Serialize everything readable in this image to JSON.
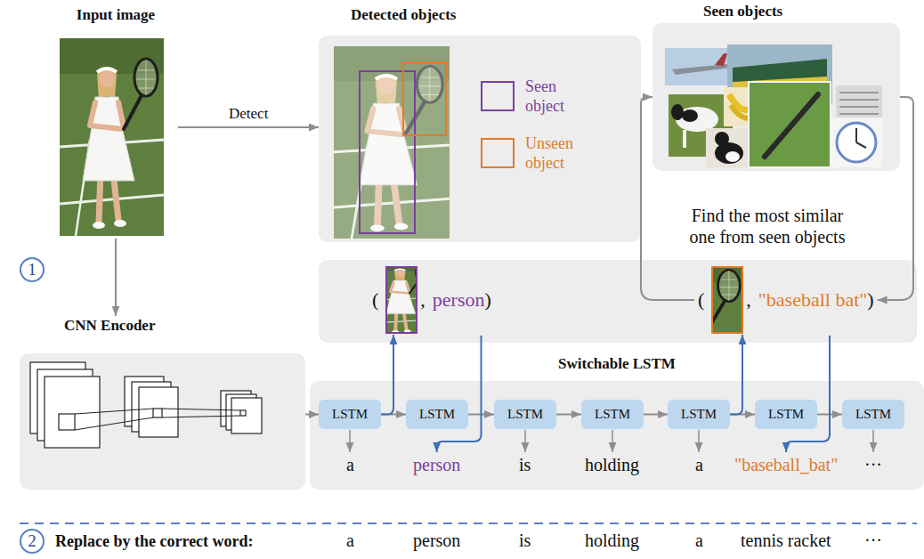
{
  "diagram": {
    "nodes": [
      {
        "text": [
          "Input image"
        ]
      },
      {
        "text": [
          "Detected objects"
        ]
      },
      {
        "text": [
          "Seen objects"
        ]
      },
      {
        "text": [
          "1"
        ]
      },
      {
        "text": [
          "(",
          ",",
          "person",
          ")"
        ]
      },
      {
        "text": [
          "(",
          ",",
          "\"baseball bat\"",
          ")"
        ]
      },
      {
        "text": [
          "CNN Encoder"
        ]
      },
      {
        "text": [
          "Switchable LSTM"
        ]
      },
      {
        "text": [
          "LSTM"
        ],
        "in": 7
      },
      {
        "text": [
          "LSTM"
        ],
        "in": 7
      },
      {
        "text": [
          "LSTM"
        ],
        "in": 7
      },
      {
        "text": [
          "LSTM"
        ],
        "in": 7
      },
      {
        "text": [
          "LSTM"
        ],
        "in": 7
      },
      {
        "text": [
          "LSTM"
        ],
        "in": 7
      },
      {
        "text": [
          "LSTM"
        ],
        "in": 7
      },
      {
        "text": [
          "2"
        ]
      }
    ],
    "edges": [
      {
        "from": 0,
        "to": 1,
        "arrow": "to",
        "label": "Detect"
      },
      {
        "from": 0,
        "to": 6,
        "arrow": "to"
      },
      {
        "from": 6,
        "to": 8,
        "arrow": "to"
      },
      {
        "from": 8,
        "to": 9,
        "arrow": "to"
      },
      {
        "from": 9,
        "to": 10,
        "arrow": "to"
      },
      {
        "from": 10,
        "to": 11,
        "arrow": "to"
      },
      {
        "from": 11,
        "to": 12,
        "arrow": "to"
      },
      {
        "from": 12,
        "to": 13,
        "arrow": "to"
      },
      {
        "from": 13,
        "to": 14,
        "arrow": "to"
      },
      {
        "from": 8,
        "to": 4,
        "arrow": "to"
      },
      {
        "from": 12,
        "to": 5,
        "arrow": "to"
      },
      {
        "from": 5,
        "to": 2,
        "arrow": "to"
      },
      {
        "from": 2,
        "to": 5,
        "arrow": "to"
      }
    ],
    "labels": [
      "Find the most similar one from seen objects",
      "a",
      "person",
      "is",
      "holding",
      "a",
      "\"baseball_bat\"",
      "···",
      "Replace by the correct word:",
      "a",
      "person",
      "is",
      "holding",
      "a",
      "tennis racket",
      "···"
    ],
    "legend": [
      {
        "text": "Seen object"
      },
      {
        "text": "Unseen object"
      }
    ]
  }
}
